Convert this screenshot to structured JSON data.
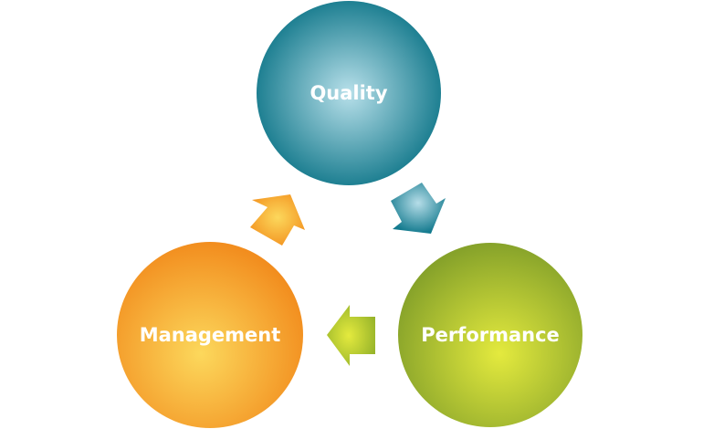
{
  "nodes": [
    {
      "id": "quality",
      "label": "Quality",
      "color": "#127d90",
      "highlight": "#b8e0ea"
    },
    {
      "id": "performance",
      "label": "Performance",
      "color": "#8ca82a",
      "highlight": "#e2e83c"
    },
    {
      "id": "management",
      "label": "Management",
      "color": "#f39320",
      "highlight": "#fcd75a"
    }
  ],
  "edges": [
    {
      "from": "quality",
      "to": "performance",
      "color": "#1a8399"
    },
    {
      "from": "performance",
      "to": "management",
      "color": "#a8c02c"
    },
    {
      "from": "management",
      "to": "quality",
      "color": "#f5a12a"
    }
  ]
}
